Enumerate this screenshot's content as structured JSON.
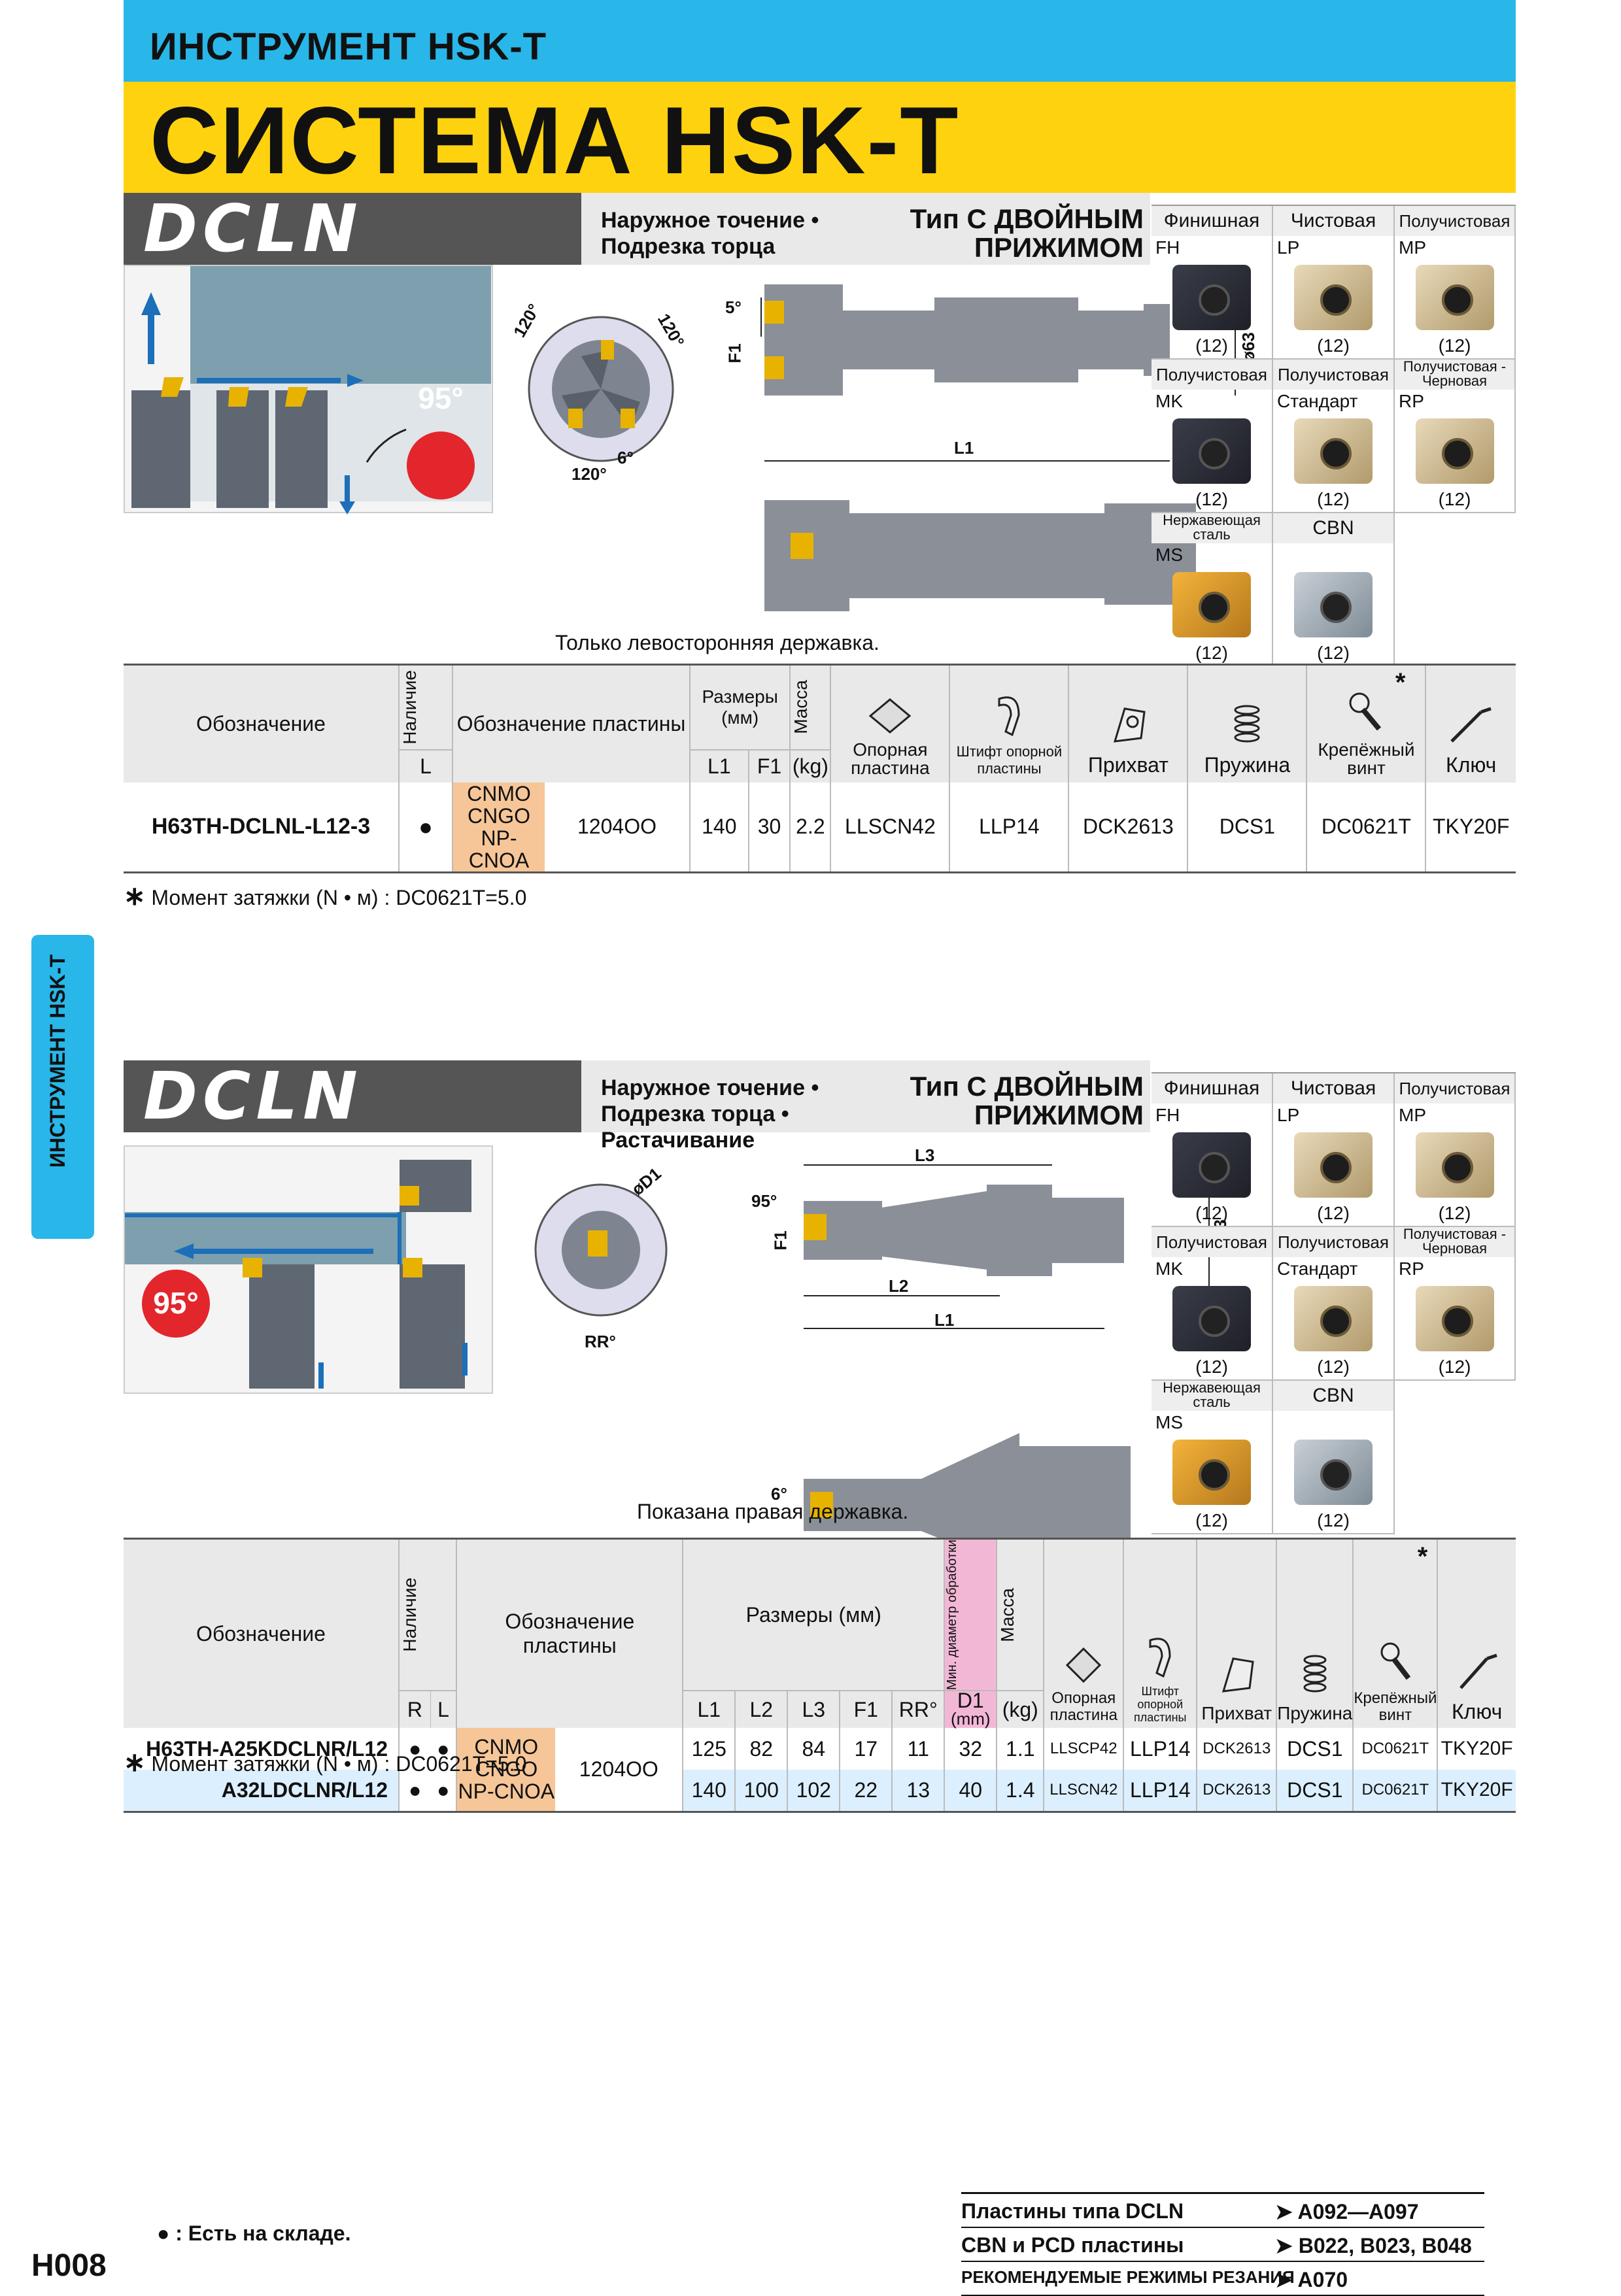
{
  "header": {
    "category": "ИНСТРУМЕНТ HSK-T",
    "title": "СИСТЕМА HSK-T"
  },
  "side_tab": "ИНСТРУМЕНТ HSK-T",
  "colors": {
    "cyan": "#29b6e8",
    "yellow": "#ffd20f",
    "grey_band": "#555555",
    "orange_cell": "#f6c698",
    "highlight_row": "#dcefff"
  },
  "insert_grid": {
    "row1_headers": [
      "Финишная",
      "Чистовая",
      "Получистовая"
    ],
    "row1_codes": [
      "FH",
      "LP",
      "MP"
    ],
    "row1_counts": [
      "(12)",
      "(12)",
      "(12)"
    ],
    "row2_headers": [
      "Получистовая",
      "Получистовая",
      "Получистовая - Черновая"
    ],
    "row2_sub": [
      "",
      "Стандарт",
      ""
    ],
    "row2_codes": [
      "MK",
      "",
      "RP"
    ],
    "row2_counts": [
      "(12)",
      "(12)",
      "(12)"
    ],
    "row3_headers": [
      "Нержавеющая сталь",
      "CBN"
    ],
    "row3_codes": [
      "MS",
      ""
    ],
    "row3_counts": [
      "(12)",
      "(12)"
    ]
  },
  "section1": {
    "name": "DCLN",
    "desc_line1": "Наружное точение •",
    "desc_line2": "Подрезка торца",
    "type_line1": "Тип С ДВОЙНЫМ",
    "type_line2": "ПРИЖИМОМ",
    "angle_badge": "95°",
    "dims": {
      "a1": "120°",
      "a2": "120°",
      "a3": "120°",
      "a4": "6°",
      "a5": "5°",
      "f1": "F1",
      "l1": "L1",
      "d": "ø63"
    },
    "caption": "Только левосторонняя державка.",
    "table": {
      "h_designation": "Обозначение",
      "h_stock": "Наличие",
      "h_insert": "Обозначение пластины",
      "h_dims": "Размеры (мм)",
      "h_mass": "Масса",
      "h_L": "L",
      "h_L1": "L1",
      "h_F1": "F1",
      "h_kg": "(kg)",
      "h_shim": "Опорная пластина",
      "h_pin": "Штифт опорной пластины",
      "h_clamp": "Прихват",
      "h_spring": "Пружина",
      "h_screw": "Крепёжный винт",
      "h_key": "Ключ",
      "star": "*",
      "rows": [
        {
          "designation": "H63TH-DCLNL-L12-3",
          "stock": "●",
          "inserts": [
            "CNMO",
            "CNGO",
            "NP-CNOA"
          ],
          "insert_size": "1204OO",
          "L1": "140",
          "F1": "30",
          "mass": "2.2",
          "shim": "LLSCN42",
          "pin": "LLP14",
          "clamp": "DCK2613",
          "spring": "DCS1",
          "screw": "DC0621T",
          "key": "TKY20F"
        }
      ]
    },
    "note": "Момент затяжки (N • м) : DC0621T=5.0"
  },
  "section2": {
    "name": "DCLN",
    "desc_line1": "Наружное точение •",
    "desc_line2": "Подрезка торца • Растачивание",
    "type_line1": "Тип С ДВОЙНЫМ",
    "type_line2": "ПРИЖИМОМ",
    "angle_badge": "95°",
    "dims": {
      "d1": "øD1",
      "rr": "RR°",
      "a95": "95°",
      "a6": "6°",
      "f1": "F1",
      "l1": "L1",
      "l2": "L2",
      "l3": "L3",
      "d": "ø63"
    },
    "caption": "Показана правая державка.",
    "table": {
      "h_designation": "Обозначение",
      "h_stock": "Наличие",
      "h_insert": "Обозначение пластины",
      "h_dims": "Размеры (мм)",
      "h_min_d": "Мин. диаметр обработки",
      "h_mass": "Масса",
      "h_R": "R",
      "h_L": "L",
      "h_L1": "L1",
      "h_L2": "L2",
      "h_L3": "L3",
      "h_F1": "F1",
      "h_RR": "RR°",
      "h_D1": "D1",
      "h_mm": "(mm)",
      "h_kg": "(kg)",
      "h_shim": "Опорная пластина",
      "h_pin": "Штифт опорной пластины",
      "h_clamp": "Прихват",
      "h_spring": "Пружина",
      "h_screw": "Крепёжный винт",
      "h_key": "Ключ",
      "star": "*",
      "inserts": [
        "CNMO",
        "CNGO",
        "NP-CNOA"
      ],
      "insert_size": "1204OO",
      "rows": [
        {
          "designation": "H63TH-A25KDCLNR/L12",
          "R": "●",
          "L": "●",
          "L1": "125",
          "L2": "82",
          "L3": "84",
          "F1": "17",
          "RR": "11",
          "D1": "32",
          "mass": "1.1",
          "shim": "LLSCP42",
          "pin": "LLP14",
          "clamp": "DCK2613",
          "spring": "DCS1",
          "screw": "DC0621T",
          "key": "TKY20F"
        },
        {
          "designation": "A32LDCLNR/L12",
          "R": "●",
          "L": "●",
          "L1": "140",
          "L2": "100",
          "L3": "102",
          "F1": "22",
          "RR": "13",
          "D1": "40",
          "mass": "1.4",
          "shim": "LLSCN42",
          "pin": "LLP14",
          "clamp": "DCK2613",
          "spring": "DCS1",
          "screw": "DC0621T",
          "key": "TKY20F"
        }
      ]
    },
    "note": "Момент затяжки (N • м) : DC0621T=5.0"
  },
  "footer": {
    "legend": "● : Есть на складе.",
    "page": "H008",
    "refs": [
      {
        "label": "Пластины типа DCLN",
        "page": "➤ A092—A097"
      },
      {
        "label": "CBN и PCD пластины",
        "page": "➤ B022, B023, B048"
      },
      {
        "label": "РЕКОМЕНДУЕМЫЕ РЕЖИМЫ РЕЗАНИЯ",
        "page": "➤ A070"
      }
    ]
  }
}
